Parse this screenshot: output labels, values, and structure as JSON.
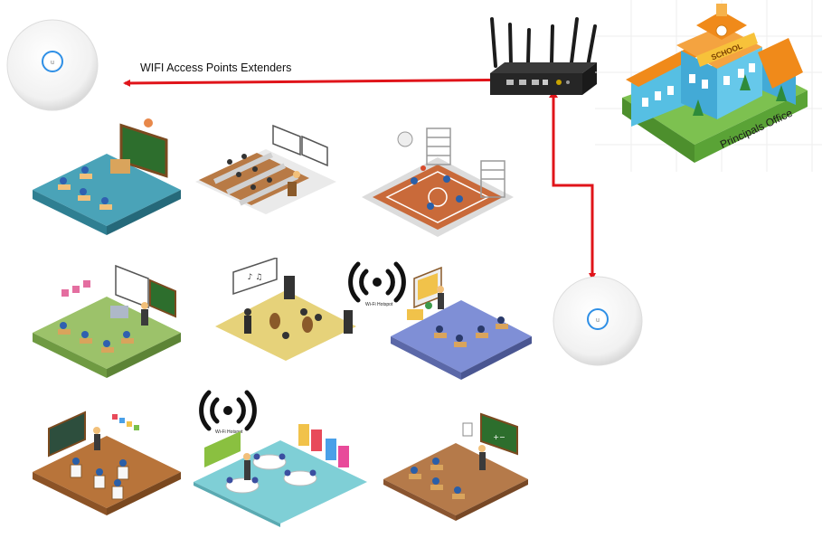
{
  "diagram": {
    "labels": {
      "access_points": "WIFI Access Points Extenders",
      "hotspot_1": "Wi-Fi Hotspot",
      "hotspot_2": "Wi-Fi Hotspot",
      "school_sign": "SCHOOL",
      "principals_office": "Principals Office"
    },
    "colors": {
      "connection_line": "#e0141a",
      "router_body": "#2b2b2b",
      "school_roof": "#f08a1a",
      "school_wall": "#5cc2e8",
      "base_green": "#8ccf5a"
    },
    "rooms": [
      {
        "id": "classroom-1",
        "floor": "#4aa3b8"
      },
      {
        "id": "lecture-hall",
        "floor": "#b87a45"
      },
      {
        "id": "gym-court",
        "floor": "#c96a3a"
      },
      {
        "id": "science-lab",
        "floor": "#9cc26a"
      },
      {
        "id": "music-room",
        "floor": "#e6d27a"
      },
      {
        "id": "geography-room",
        "floor": "#7f8fd6"
      },
      {
        "id": "art-room",
        "floor": "#b8743a"
      },
      {
        "id": "library",
        "floor": "#7fcfd6"
      },
      {
        "id": "math-classroom",
        "floor": "#b57a4a"
      }
    ]
  }
}
